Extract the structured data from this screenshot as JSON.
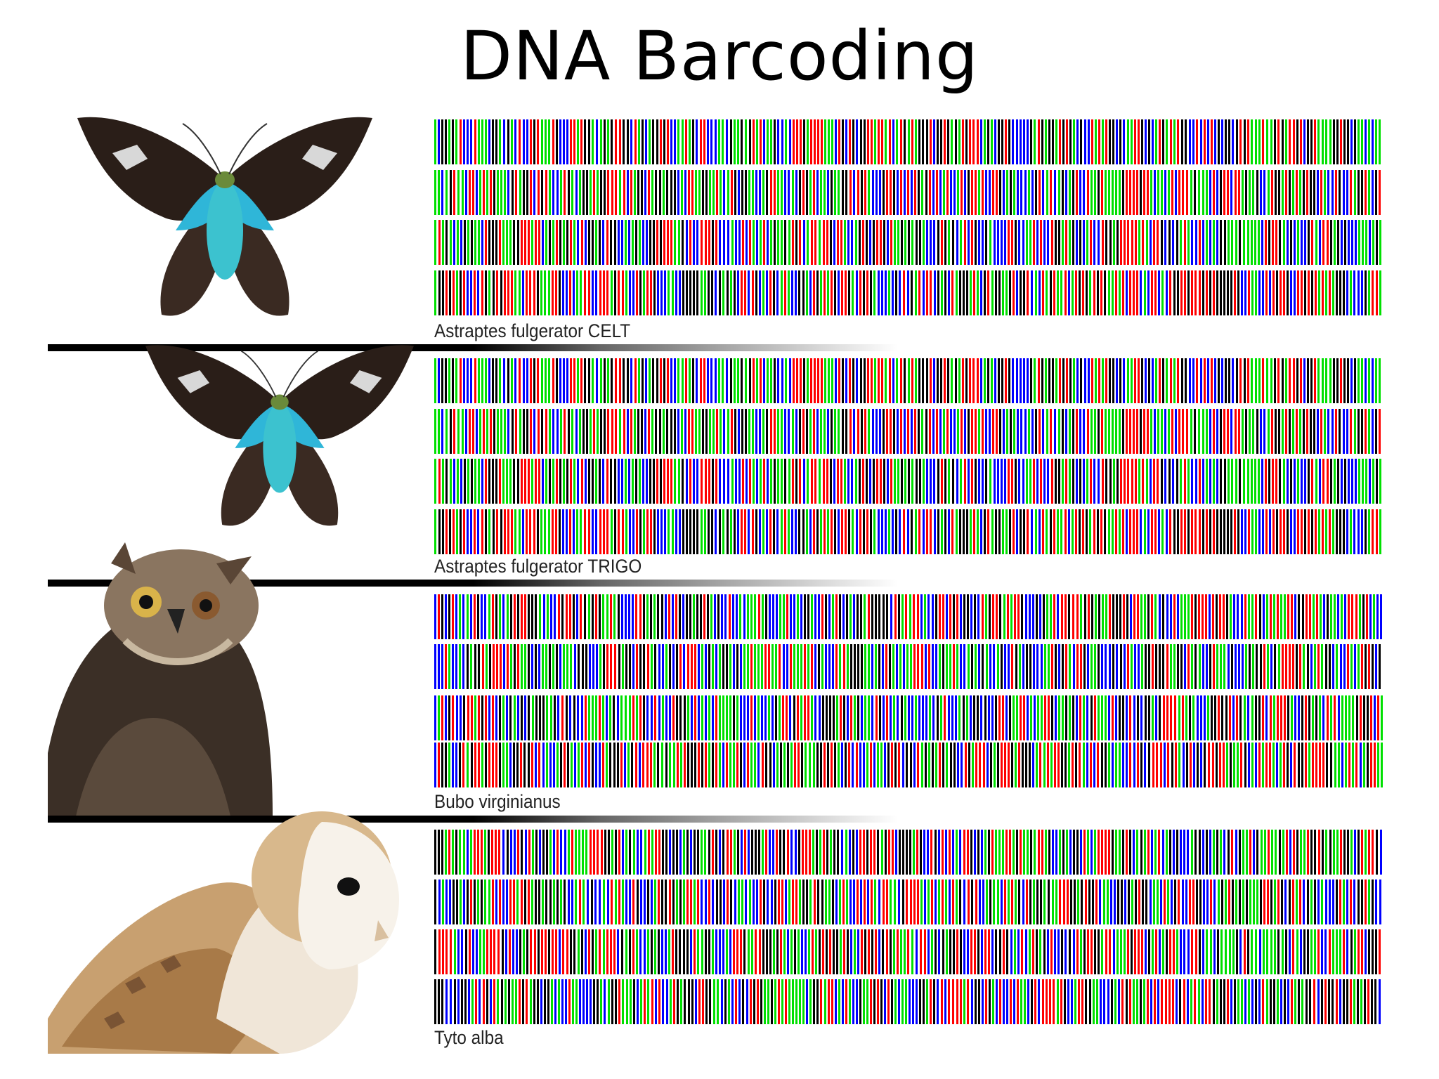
{
  "title": "DNA Barcoding",
  "colors": {
    "base_a": "#00e000",
    "base_c": "#0000ff",
    "base_g": "#000000",
    "base_t": "#ff0000"
  },
  "specimens": [
    {
      "name": "Astraptes fulgerator CELT",
      "icon": "skipper-butterfly-icon",
      "seed": 17
    },
    {
      "name": "Astraptes fulgerator TRIGO",
      "icon": "skipper-butterfly-icon",
      "seed": 17
    },
    {
      "name": "Bubo virginianus",
      "icon": "great-horned-owl-icon",
      "seed": 311
    },
    {
      "name": "Tyto alba",
      "icon": "barn-owl-icon",
      "seed": 911
    }
  ]
}
